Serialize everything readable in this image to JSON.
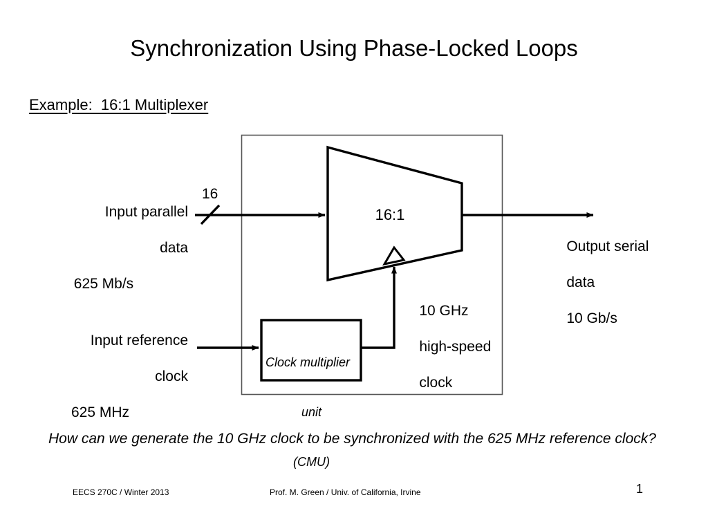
{
  "slide": {
    "title": "Synchronization Using Phase-Locked Loops",
    "subtitle": "Example:  16:1 Multiplexer",
    "question": "How can we generate the 10 GHz clock to be synchronized with the 625 MHz reference clock?"
  },
  "diagram": {
    "mux": {
      "label": "16:1",
      "clock_marker": "clock-input-triangle"
    },
    "cmu": {
      "line1": "Clock multiplier",
      "line2": "unit",
      "line3": "(CMU)"
    },
    "labels": {
      "input_parallel_line1": "Input parallel",
      "input_parallel_line2": "data",
      "input_parallel_rate": "625 Mb/s",
      "bus_width": "16",
      "output_serial_line1": "Output serial",
      "output_serial_line2": "data",
      "output_serial_rate": "10 Gb/s",
      "high_speed_clock_line1": "10 GHz",
      "high_speed_clock_line2": "high-speed",
      "high_speed_clock_line3": "clock",
      "input_reference_line1": "Input reference",
      "input_reference_line2": "clock",
      "input_reference_rate": "625 MHz"
    }
  },
  "footer": {
    "left": "EECS 270C / Winter 2013",
    "center": "Prof. M. Green / Univ. of California, Irvine",
    "page": "1"
  },
  "colors": {
    "ink": "#000000",
    "background": "#ffffff",
    "chip_boundary": "#555555"
  }
}
